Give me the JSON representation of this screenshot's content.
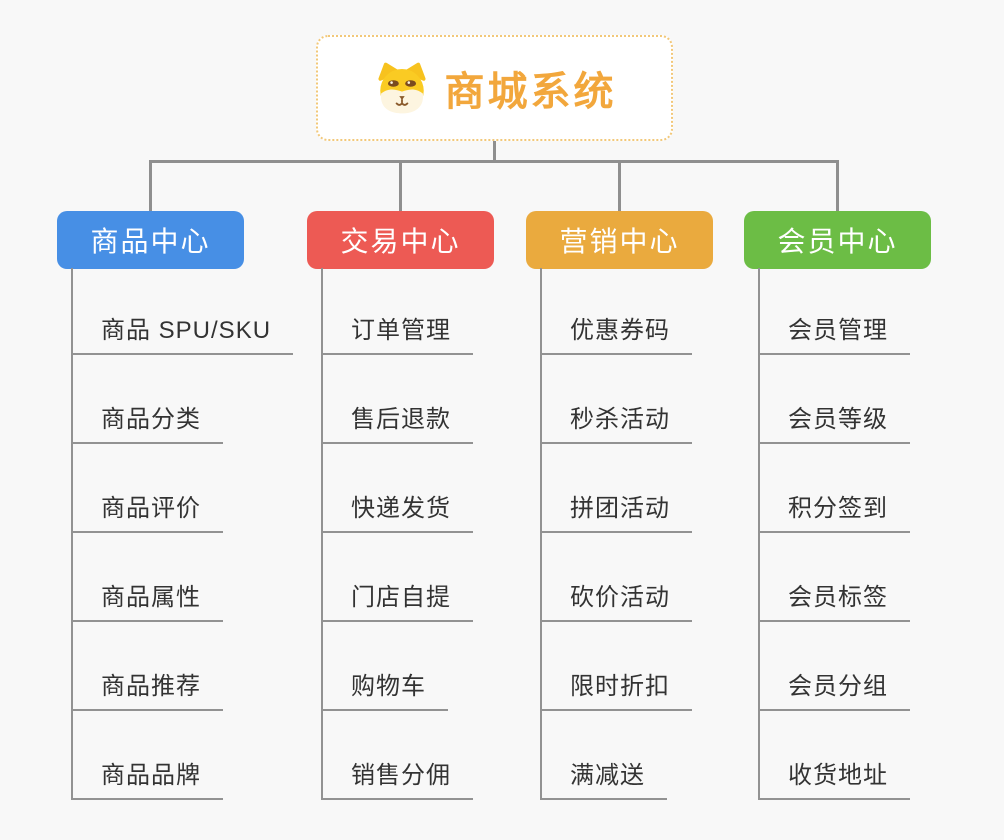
{
  "root": {
    "title": "商城系统",
    "icon": "doge-icon"
  },
  "branches": [
    {
      "label": "商品中心",
      "color": "#478fe5",
      "children": [
        "商品 SPU/SKU",
        "商品分类",
        "商品评价",
        "商品属性",
        "商品推荐",
        "商品品牌"
      ]
    },
    {
      "label": "交易中心",
      "color": "#ed5a54",
      "children": [
        "订单管理",
        "售后退款",
        "快递发货",
        "门店自提",
        "购物车",
        "销售分佣"
      ]
    },
    {
      "label": "营销中心",
      "color": "#eaaa3e",
      "children": [
        "优惠券码",
        "秒杀活动",
        "拼团活动",
        "砍价活动",
        "限时折扣",
        "满减送"
      ]
    },
    {
      "label": "会员中心",
      "color": "#6cbd45",
      "children": [
        "会员管理",
        "会员等级",
        "积分签到",
        "会员标签",
        "会员分组",
        "收货地址"
      ]
    }
  ],
  "colors": {
    "background": "#f8f8f8",
    "root_border": "#f2c879",
    "root_title": "#f2a73c",
    "connector": "#8f8f8f",
    "child_text": "#333333"
  }
}
